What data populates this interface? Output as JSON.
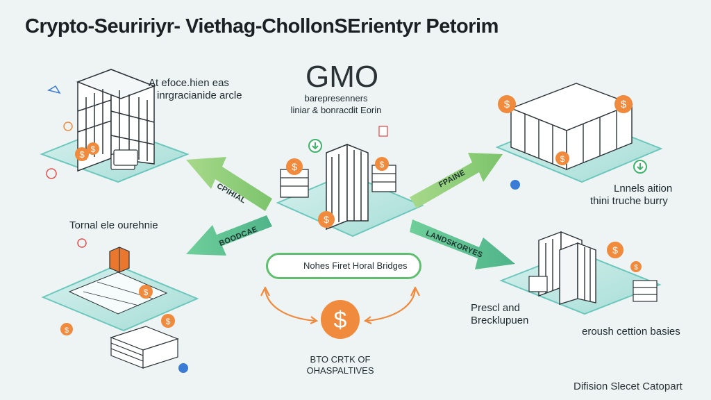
{
  "title": "Crypto-Seuririyr- Viethag-ChollonSErientyr Petorim",
  "center": {
    "logo": "GMO",
    "line1": "barepresenners",
    "line2": "liniar & bonracdit Eorin"
  },
  "top_left": {
    "line1": "At efoce.hien eas",
    "line2": "inrgracianide arcle"
  },
  "top_right": {
    "line1": "Lnnels aition",
    "line2": "thini truche burry"
  },
  "mid_left": {
    "line1": "Tornal ele ourehnie"
  },
  "bottom_right": {
    "line1": "Prescl and",
    "line2": "Brecklupuen",
    "line3": "eroush cettion basies"
  },
  "arrows": {
    "upper_left": "CPIHIAL",
    "upper_right": "FPAINE",
    "lower_left": "BOODCAE",
    "lower_right": "LANDSKORYES"
  },
  "bridge": {
    "label": "Nohes Firet Horal Bridges"
  },
  "bottom_center": {
    "line1": "BTO CRTK OF",
    "line2": "OHASPALTIVES"
  },
  "footer": "Difision Slecet Catopart",
  "colors": {
    "background": "#eef3f4",
    "arrow_green": "#8cc973",
    "arrow_teal": "#5fbf8f",
    "coin_orange": "#f08a3c",
    "platform_teal": "#7fd0c8"
  },
  "icons": [
    "dollar-coin-icon",
    "building-icon",
    "server-rack-icon",
    "document-stack-icon",
    "download-icon"
  ]
}
